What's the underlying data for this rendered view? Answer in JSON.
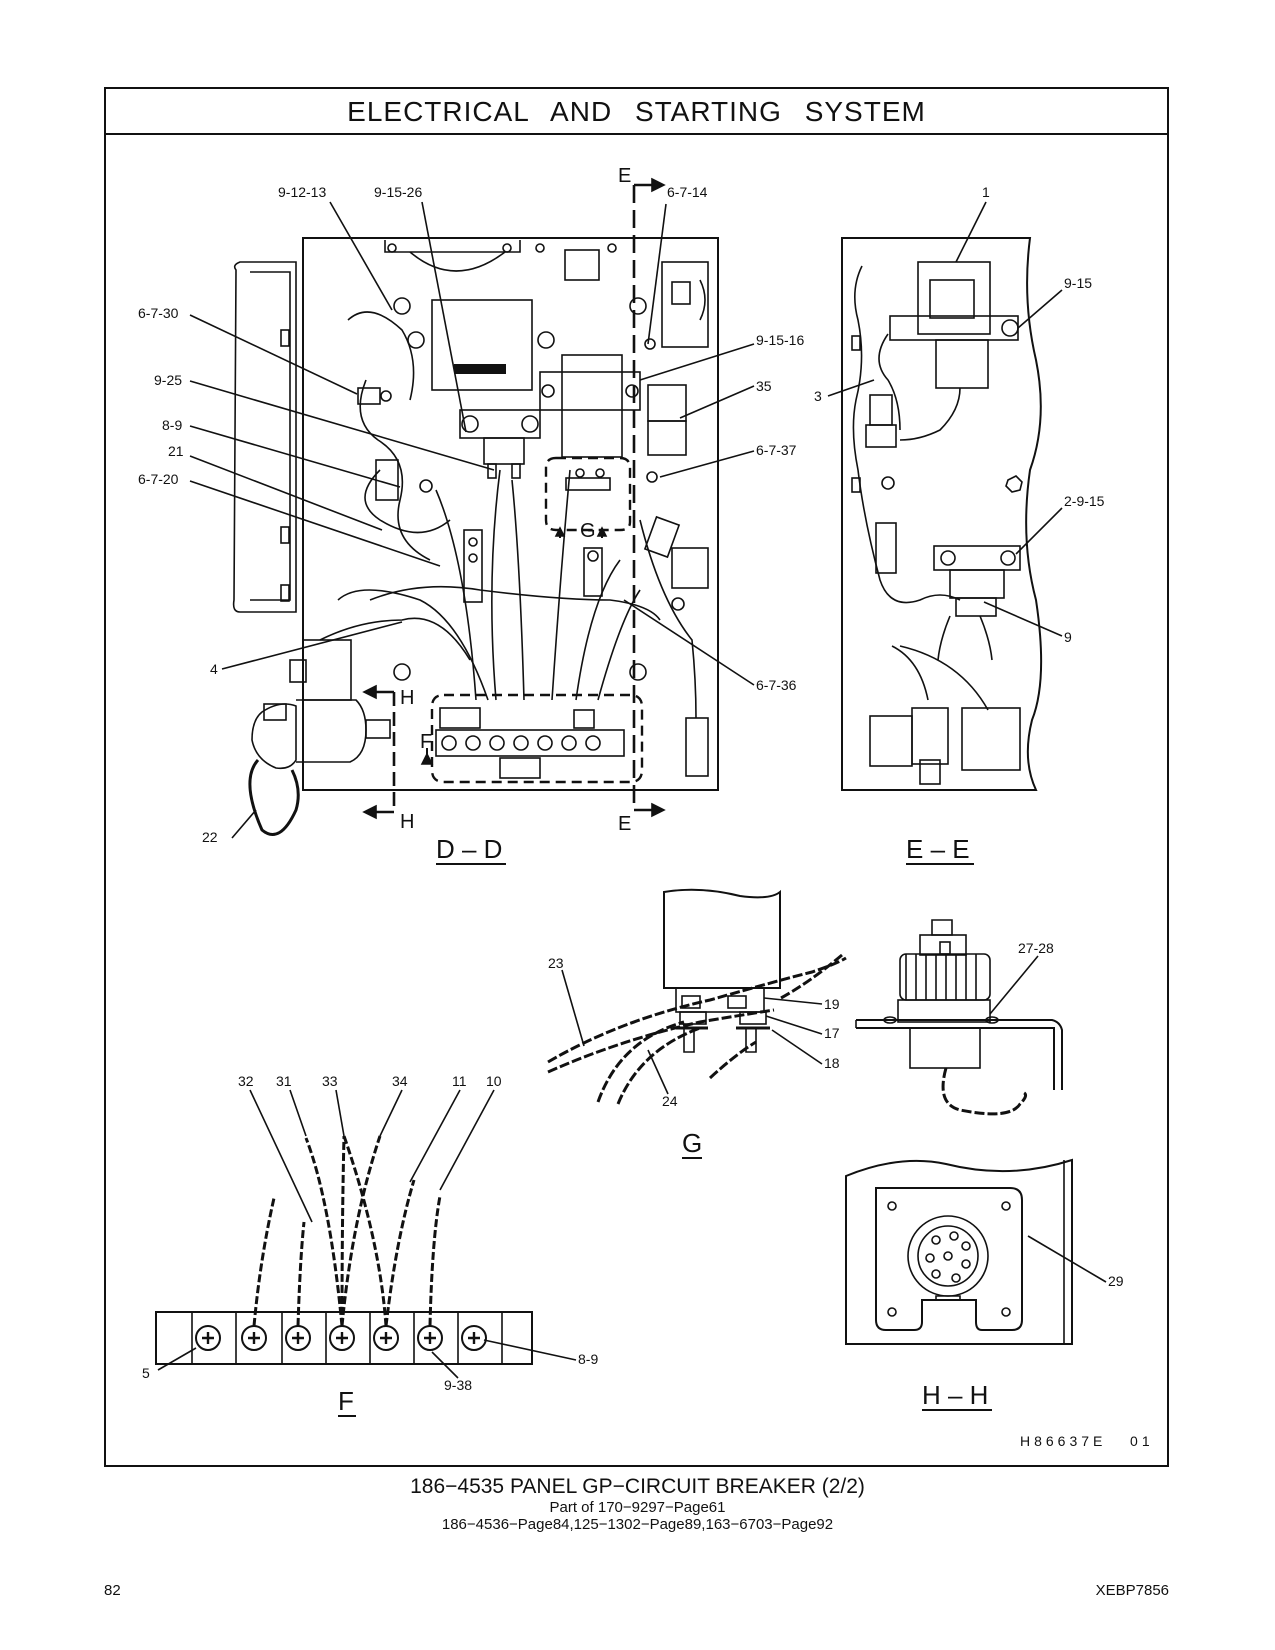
{
  "header": {
    "title": "ELECTRICAL AND STARTING SYSTEM"
  },
  "views": {
    "dd": {
      "label": "D – D"
    },
    "ee": {
      "label": "E – E"
    },
    "g": {
      "label": "G"
    },
    "f": {
      "label": "F"
    },
    "hh": {
      "label": "H – H"
    }
  },
  "section_marks": {
    "e": "E",
    "h": "H",
    "g": "G",
    "f": "F"
  },
  "callouts_dd": [
    "9-12-13",
    "9-15-26",
    "6-7-14",
    "6-7-30",
    "9-15-16",
    "9-25",
    "35",
    "8-9",
    "21",
    "6-7-37",
    "6-7-20",
    "4",
    "6-7-36",
    "22"
  ],
  "callouts_ee": [
    "1",
    "9-15",
    "3",
    "2-9-15",
    "9"
  ],
  "callouts_g": [
    "23",
    "19",
    "17",
    "18",
    "24"
  ],
  "callouts_hh": [
    "27-28",
    "29"
  ],
  "callouts_f": [
    "32",
    "31",
    "33",
    "34",
    "11",
    "10",
    "5",
    "8-9",
    "9-38"
  ],
  "drawing_code": "H86637E   01",
  "caption": {
    "line1": "186−4535   PANEL  GP−CIRCUIT  BREAKER (2/2)",
    "line2": "Part of 170−9297−Page61",
    "line3": "186−4536−Page84,125−1302−Page89,163−6703−Page92"
  },
  "footer": {
    "page_number": "82",
    "doc_id": "XEBP7856"
  }
}
